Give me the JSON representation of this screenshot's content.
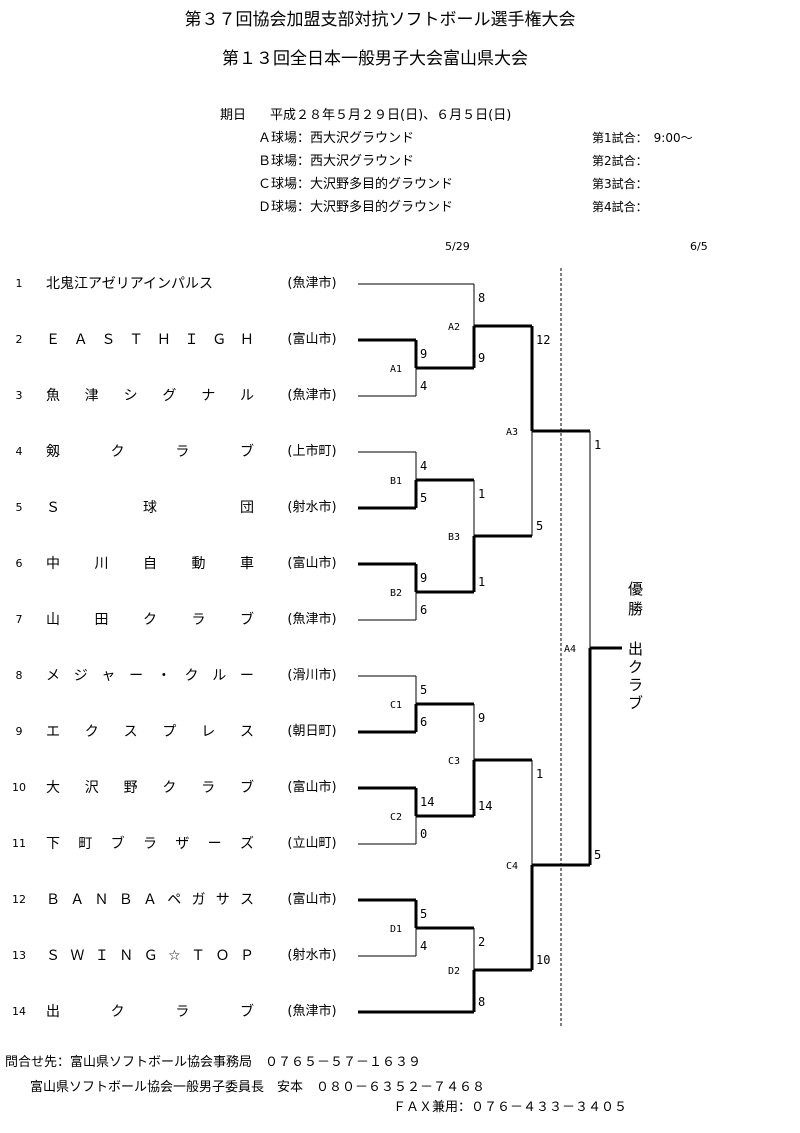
{
  "header": {
    "title1": "第３７回協会加盟支部対抗ソフトボール選手権大会",
    "title2": "第１３回全日本一般男子大会富山県大会"
  },
  "meta": {
    "date_label": "期日",
    "date_value": "平成２８年５月２９日(日)、６月５日(日)",
    "fields": [
      "Ａ球場：西大沢グラウンド",
      "Ｂ球場：西大沢グラウンド",
      "Ｃ球場：大沢野多目的グラウンド",
      "Ｄ球場：大沢野多目的グラウンド"
    ],
    "rounds": [
      "第1試合：　9:00～",
      "第2試合：",
      "第3試合：",
      "第4試合："
    ]
  },
  "dates": {
    "day1": "5/29",
    "day2": "6/5"
  },
  "teams": [
    {
      "no": "1",
      "name": "北鬼江アゼリアインパルス",
      "city": "(魚津市)"
    },
    {
      "no": "2",
      "name": "ＥＡＳＴＨＩＧＨ",
      "city": "(富山市)"
    },
    {
      "no": "3",
      "name": "魚津シグナル",
      "city": "(魚津市)"
    },
    {
      "no": "4",
      "name": "剱クラブ",
      "city": "(上市町)"
    },
    {
      "no": "5",
      "name": "Ｓ球団",
      "city": "(射水市)"
    },
    {
      "no": "6",
      "name": "中川自動車",
      "city": "(富山市)"
    },
    {
      "no": "7",
      "name": "山田クラブ",
      "city": "(魚津市)"
    },
    {
      "no": "8",
      "name": "メジャー・クルー",
      "city": "(滑川市)"
    },
    {
      "no": "9",
      "name": "エクスプレス",
      "city": "(朝日町)"
    },
    {
      "no": "10",
      "name": "大沢野クラブ",
      "city": "(富山市)"
    },
    {
      "no": "11",
      "name": "下町ブラザーズ",
      "city": "(立山町)"
    },
    {
      "no": "12",
      "name": "ＢＡＮＢＡペガサス",
      "city": "(富山市)"
    },
    {
      "no": "13",
      "name": "ＳＷＩＮＧ☆ＴＯＰ",
      "city": "(射水市)"
    },
    {
      "no": "14",
      "name": "出クラブ",
      "city": "(魚津市)"
    }
  ],
  "matches": {
    "A1": {
      "label": "A1",
      "scores": [
        "9",
        "4"
      ]
    },
    "A2": {
      "label": "A2",
      "scores": [
        "8",
        "9"
      ]
    },
    "A3": {
      "label": "A3",
      "scores": [
        "12",
        "5"
      ]
    },
    "B1": {
      "label": "B1",
      "scores": [
        "4",
        "5"
      ]
    },
    "B2": {
      "label": "B2",
      "scores": [
        "9",
        "6"
      ]
    },
    "B3": {
      "label": "B3",
      "scores": [
        "1",
        "1"
      ]
    },
    "C1": {
      "label": "C1",
      "scores": [
        "5",
        "6"
      ]
    },
    "C2": {
      "label": "C2",
      "scores": [
        "14",
        "0"
      ]
    },
    "C3": {
      "label": "C3",
      "scores": [
        "9",
        "14"
      ]
    },
    "C4": {
      "label": "C4",
      "scores": [
        "1",
        "10"
      ]
    },
    "D1": {
      "label": "D1",
      "scores": [
        "5",
        "4"
      ]
    },
    "D2": {
      "label": "D2",
      "scores": [
        "2",
        "8"
      ]
    },
    "A4": {
      "label": "A4",
      "scores": [
        "1",
        "5"
      ]
    }
  },
  "champion": {
    "label": "優勝",
    "team": "出クラブ"
  },
  "footer": {
    "line1": "問合せ先：富山県ソフトボール協会事務局　０７６５－５７－１６３９",
    "line2": "富山県ソフトボール協会一般男子委員長　安本　０８０－６３５２－７４６８",
    "line3": "ＦＡＸ兼用：０７６－４３３－３４０５"
  }
}
